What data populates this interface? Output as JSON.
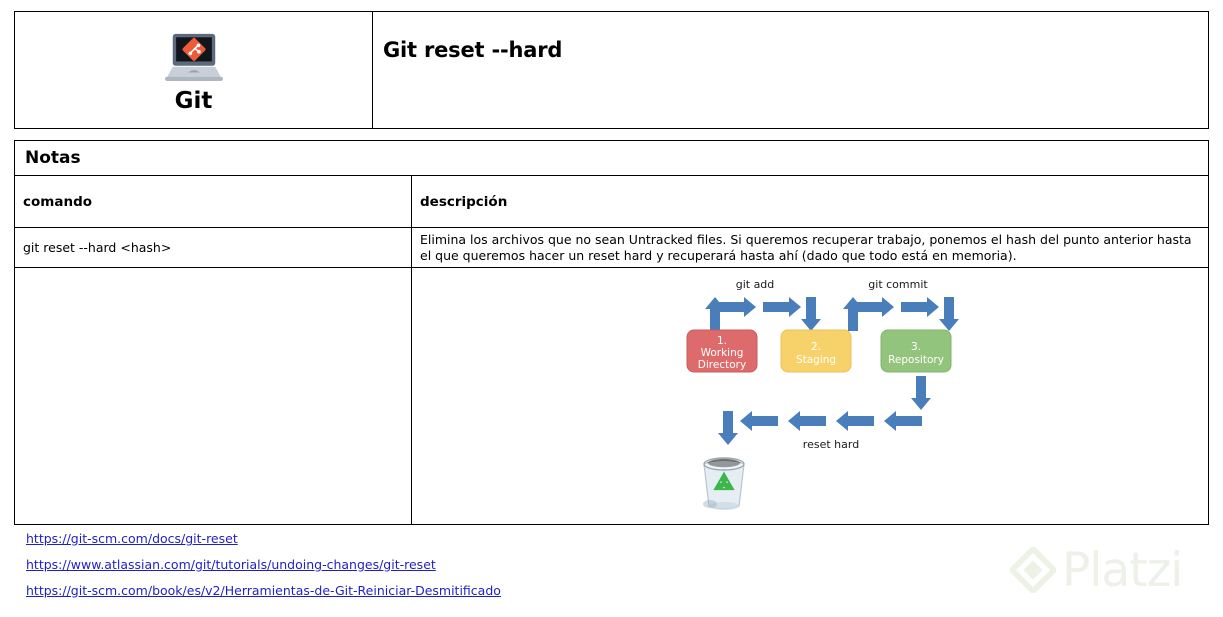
{
  "header": {
    "logo_icon": "git-laptop-logo-icon",
    "logo_label": "Git",
    "title": "Git reset --hard"
  },
  "notes": {
    "section_title": "Notas",
    "columns": {
      "command": "comando",
      "description": "descripción"
    },
    "rows": [
      {
        "command": "git reset --hard <hash>",
        "description": "Elimina los archivos que no sean Untracked files. Si queremos recuperar trabajo, ponemos el hash del punto anterior hasta el que queremos hacer un reset hard y recuperará hasta ahí (dado que todo está en memoria)."
      }
    ]
  },
  "diagram": {
    "labels": {
      "git_add": "git add",
      "git_commit": "git commit",
      "reset_hard": "reset hard"
    },
    "boxes": [
      {
        "number": "1.",
        "line1": "Working",
        "line2": "Directory",
        "color": "#dd6b6b"
      },
      {
        "number": "2.",
        "line1": "Staging",
        "line2": "",
        "color": "#f7d169"
      },
      {
        "number": "3.",
        "line1": "Repository",
        "line2": "",
        "color": "#93c47d"
      }
    ],
    "arrow_color": "#4a7ebb",
    "trash_icon": "recycle-bin-icon"
  },
  "links": [
    "https://git-scm.com/docs/git-reset",
    "https://www.atlassian.com/git/tutorials/undoing-changes/git-reset",
    "https://git-scm.com/book/es/v2/Herramientas-de-Git-Reiniciar-Desmitificado"
  ],
  "watermark": {
    "brand": "Platzi",
    "icon": "platzi-diamond-icon"
  }
}
